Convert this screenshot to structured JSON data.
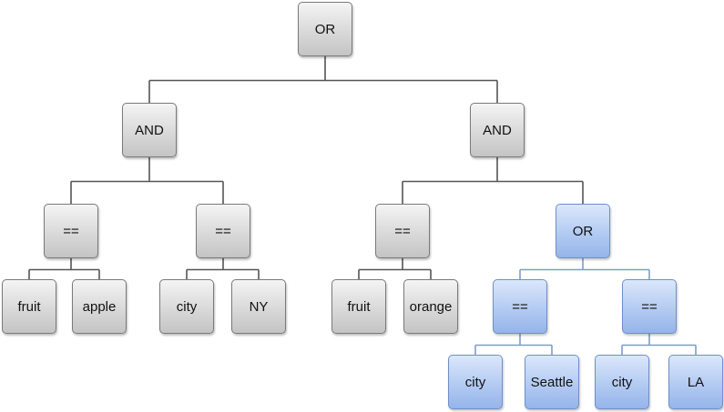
{
  "colors": {
    "gray_fill": "#d9d9d9",
    "gray_border": "#7a7a7a",
    "gray_connector": "#555555",
    "blue_fill": "#b3cbf2",
    "blue_border": "#6f8fc8",
    "blue_connector": "#7d9cd0"
  },
  "tree": {
    "root": {
      "label": "OR",
      "style": "gray",
      "left_and": {
        "label": "AND",
        "style": "gray",
        "eq_fruit_apple": {
          "label": "==",
          "style": "gray",
          "key": {
            "label": "fruit",
            "style": "gray"
          },
          "value": {
            "label": "apple",
            "style": "gray"
          }
        },
        "eq_city_ny": {
          "label": "==",
          "style": "gray",
          "key": {
            "label": "city",
            "style": "gray"
          },
          "value": {
            "label": "NY",
            "style": "gray"
          }
        }
      },
      "right_and": {
        "label": "AND",
        "style": "gray",
        "eq_fruit_orange": {
          "label": "==",
          "style": "gray",
          "key": {
            "label": "fruit",
            "style": "gray"
          },
          "value": {
            "label": "orange",
            "style": "gray"
          }
        },
        "or_city": {
          "label": "OR",
          "style": "blue",
          "eq_city_seattle": {
            "label": "==",
            "style": "blue",
            "key": {
              "label": "city",
              "style": "blue"
            },
            "value": {
              "label": "Seattle",
              "style": "blue"
            }
          },
          "eq_city_la": {
            "label": "==",
            "style": "blue",
            "key": {
              "label": "city",
              "style": "blue"
            },
            "value": {
              "label": "LA",
              "style": "blue"
            }
          }
        }
      }
    }
  }
}
